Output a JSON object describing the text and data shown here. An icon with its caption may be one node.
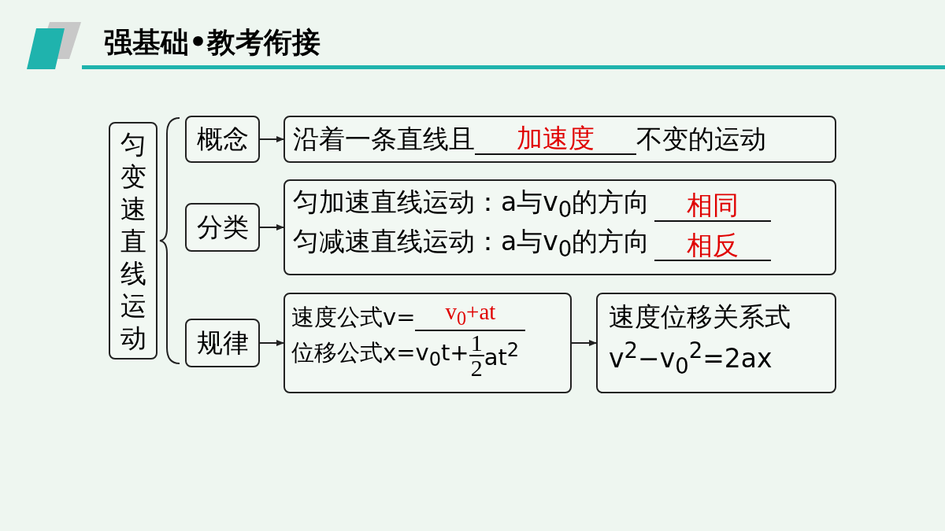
{
  "diagram": {
    "title": "强基础•教考衔接",
    "nodes": [
      {
        "text": [
          "匀变速直线运动"
        ]
      },
      {
        "text": [
          "概念"
        ]
      },
      {
        "text": [
          "沿着一条直线且",
          "加速度",
          "不变的运动"
        ]
      },
      {
        "text": [
          "分类"
        ]
      },
      {
        "text": [
          "匀加速直线运动：a与v$_{0}$的方向",
          "相同",
          "匀减速直线运动：a与v$_{0}$的方向",
          "相反"
        ]
      },
      {
        "text": [
          "规律"
        ]
      },
      {
        "text": [
          "速度公式v=",
          "v$_{0}$+at",
          "位移公式x=v$_{0}$t+",
          "1",
          "2",
          "at$^{2}$"
        ]
      },
      {
        "text": [
          "速度位移关系式",
          "v$^{2}$−v$_{0}$$^{2}$=2ax"
        ]
      }
    ],
    "edges": [
      {
        "from": 1,
        "to": 2,
        "arrow": "to"
      },
      {
        "from": 3,
        "to": 4,
        "arrow": "to"
      },
      {
        "from": 5,
        "to": 6,
        "arrow": "to"
      },
      {
        "from": 6,
        "to": 7,
        "arrow": "to"
      }
    ]
  }
}
